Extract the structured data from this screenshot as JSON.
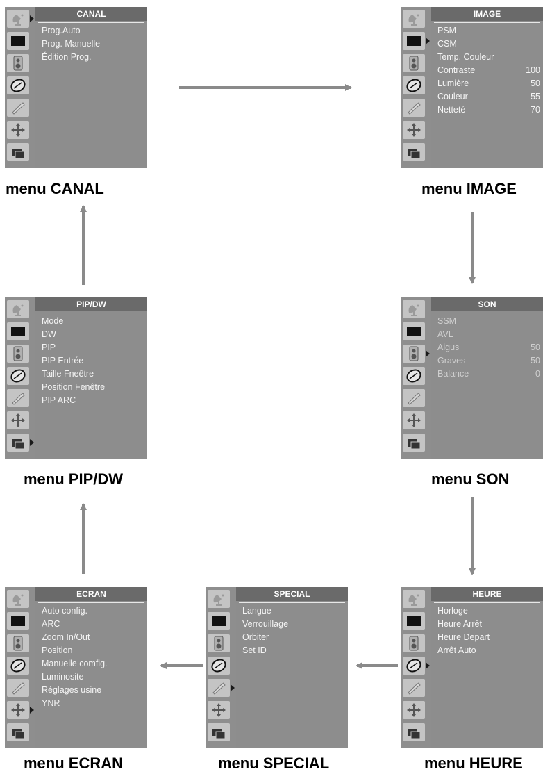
{
  "menus": {
    "canal": {
      "title": "CANAL",
      "caption": "menu CANAL",
      "items": [
        "Prog.Auto",
        "Prog. Manuelle",
        "Édition Prog."
      ]
    },
    "image": {
      "title": "IMAGE",
      "caption": "menu IMAGE",
      "items": [
        {
          "label": "PSM",
          "value": ""
        },
        {
          "label": "CSM",
          "value": ""
        },
        {
          "label": "Temp. Couleur",
          "value": ""
        },
        {
          "label": "Contraste",
          "value": "100"
        },
        {
          "label": "Lumière",
          "value": "50"
        },
        {
          "label": "Couleur",
          "value": "55"
        },
        {
          "label": "Netteté",
          "value": "70"
        }
      ]
    },
    "son": {
      "title": "SON",
      "caption": "menu SON",
      "items": [
        {
          "label": "SSM",
          "value": ""
        },
        {
          "label": "AVL",
          "value": ""
        },
        {
          "label": "Aigus",
          "value": "50"
        },
        {
          "label": "Graves",
          "value": "50"
        },
        {
          "label": "Balance",
          "value": "0"
        }
      ]
    },
    "pipdw": {
      "title": "PIP/DW",
      "caption": "menu PIP/DW",
      "items": [
        "Mode",
        "DW",
        "PIP",
        "PIP Entrée",
        "Taille Fneêtre",
        "Position Fenêtre",
        "PIP ARC"
      ]
    },
    "ecran": {
      "title": "ECRAN",
      "caption": "menu ECRAN",
      "items": [
        "Auto config.",
        "ARC",
        "Zoom In/Out",
        "Position",
        "Manuelle comfig.",
        "Luminosite",
        "Réglages usine",
        "YNR"
      ]
    },
    "special": {
      "title": "SPECIAL",
      "caption": "menu SPECIAL",
      "items": [
        "Langue",
        "Verrouillage",
        "Orbiter",
        "Set ID"
      ]
    },
    "heure": {
      "title": "HEURE",
      "caption": "menu HEURE",
      "items": [
        "Horloge",
        "Heure Arrêt",
        "Heure Depart",
        "Arrêt Auto"
      ]
    }
  },
  "sidebar_icons": [
    "satellite-dish-icon",
    "screen-icon",
    "speaker-icon",
    "clock-icon",
    "wrench-icon",
    "move-arrows-icon",
    "pip-icon"
  ],
  "colors": {
    "panel": "#8d8d8d",
    "title_bar": "#6a6a6a",
    "sidebar": "#8e8e8e",
    "arrow": "#8a8a8a"
  }
}
